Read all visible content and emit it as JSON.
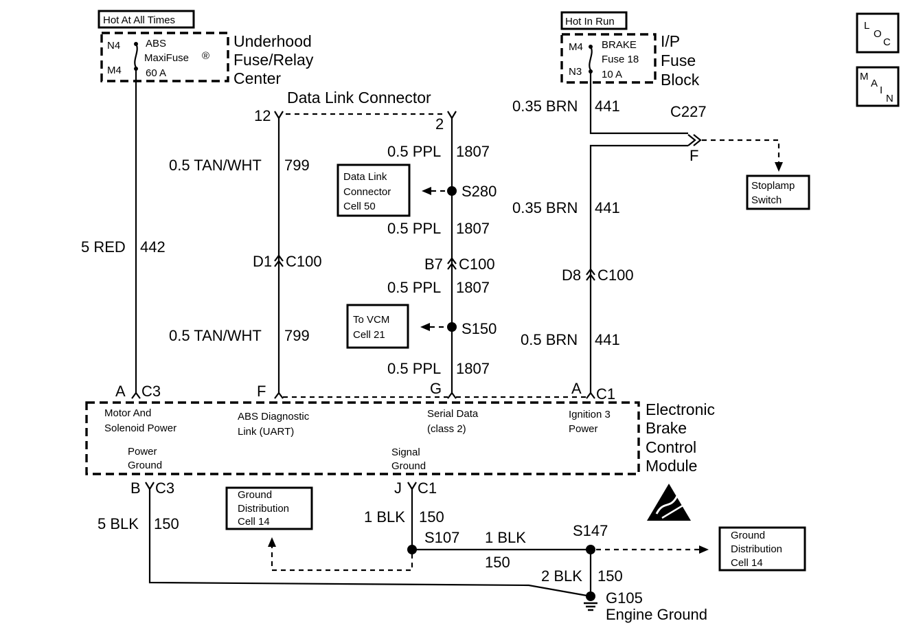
{
  "power": {
    "hot_at_all_times": "Hot At All Times",
    "hot_in_run": "Hot In Run",
    "abs_fuse": {
      "pin_top": "N4",
      "pin_bottom": "M4",
      "name": "ABS",
      "type": "MaxiFuse",
      "reg": "®",
      "rating": "60 A"
    },
    "brake_fuse": {
      "pin_top": "M4",
      "pin_bottom": "N3",
      "name": "BRAKE",
      "type": "Fuse 18",
      "rating": "10 A"
    },
    "underhood": [
      "Underhood",
      "Fuse/Relay",
      "Center"
    ],
    "ip_fuse": [
      "I/P",
      "Fuse",
      "Block"
    ]
  },
  "nav": {
    "loc": [
      "L",
      "O",
      "C"
    ],
    "main": [
      "M",
      "A",
      "I",
      "N"
    ]
  },
  "dlc": {
    "title": "Data Link Connector",
    "pin_12": "12",
    "pin_2": "2"
  },
  "wires": {
    "red_442": [
      "5 RED",
      "442"
    ],
    "tan_799_top": [
      "0.5 TAN/WHT",
      "799"
    ],
    "tan_799_bottom": [
      "0.5 TAN/WHT",
      "799"
    ],
    "ppl_1": [
      "0.5 PPL",
      "1807"
    ],
    "ppl_2": [
      "0.5 PPL",
      "1807"
    ],
    "ppl_3": [
      "0.5 PPL",
      "1807"
    ],
    "ppl_4": [
      "0.5 PPL",
      "1807"
    ],
    "brn_1": [
      "0.35 BRN",
      "441"
    ],
    "brn_2": [
      "0.35 BRN",
      "441"
    ],
    "brn_3": [
      "0.5 BRN",
      "441"
    ],
    "blk_left": [
      "5 BLK",
      "150"
    ],
    "blk_j": [
      "1 BLK",
      "150"
    ],
    "blk_mid_a": "1 BLK",
    "blk_mid_b": "150",
    "blk_g105": [
      "2 BLK",
      "150"
    ]
  },
  "splices": {
    "s280": "S280",
    "s150": "S150",
    "s107": "S107",
    "s147": "S147"
  },
  "connectors": {
    "c227": "C227",
    "c227_pin": "F",
    "d1": [
      "D1",
      "C100"
    ],
    "b7": [
      "B7",
      "C100"
    ],
    "d8": [
      "D8",
      "C100"
    ],
    "a_c3": [
      "A",
      "C3"
    ],
    "f": "F",
    "g": "G",
    "a_c1": [
      "A",
      "C1"
    ],
    "b_c3": [
      "B",
      "C3"
    ],
    "j_c1": [
      "J",
      "C1"
    ]
  },
  "refs": {
    "dlc_cell": [
      "Data Link",
      "Connector",
      "Cell 50"
    ],
    "vcm_cell": [
      "To VCM",
      "Cell 21"
    ],
    "stoplamp": [
      "Stoplamp",
      "Switch"
    ],
    "ground_left": [
      "Ground",
      "Distribution",
      "Cell 14"
    ],
    "ground_right": [
      "Ground",
      "Distribution",
      "Cell 14"
    ]
  },
  "module": {
    "name": [
      "Electronic",
      "Brake",
      "Control",
      "Module"
    ],
    "motor": [
      "Motor And",
      "Solenoid Power"
    ],
    "abs_diag": [
      "ABS Diagnostic",
      "Link (UART)"
    ],
    "serial": [
      "Serial Data",
      "(class 2)"
    ],
    "ignition": [
      "Ignition 3",
      "Power"
    ],
    "power_ground": [
      "Power",
      "Ground"
    ],
    "signal_ground": [
      "Signal",
      "Ground"
    ]
  },
  "ground": {
    "g105": "G105",
    "engine": "Engine Ground"
  }
}
